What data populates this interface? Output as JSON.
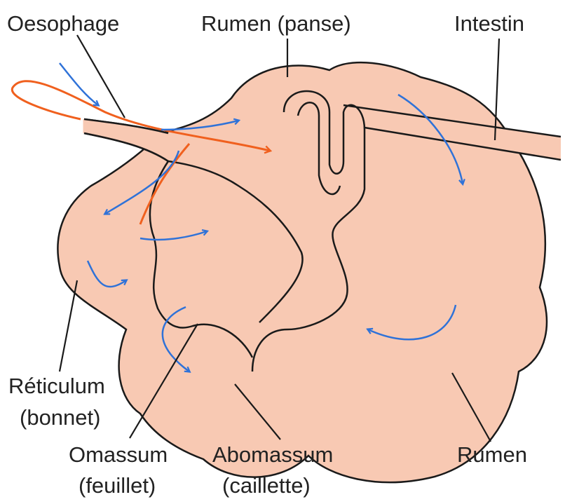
{
  "labels": {
    "oesophage": "Oesophage",
    "rumen_panse": "Rumen (panse)",
    "intestin": "Intestin",
    "reticulum_line1": "Réticulum",
    "reticulum_line2": "(bonnet)",
    "omassum_line1": "Omassum",
    "omassum_line2": "(feuillet)",
    "abomassum_line1": "Abomassum",
    "abomassum_line2": "(caillette)",
    "rumen": "Rumen"
  },
  "colors": {
    "stomach_fill": "#f8c9b3",
    "outline": "#1a1a1a",
    "flow_arrow": "#2f72d8",
    "food_path": "#f0601e",
    "background": "#ffffff"
  }
}
